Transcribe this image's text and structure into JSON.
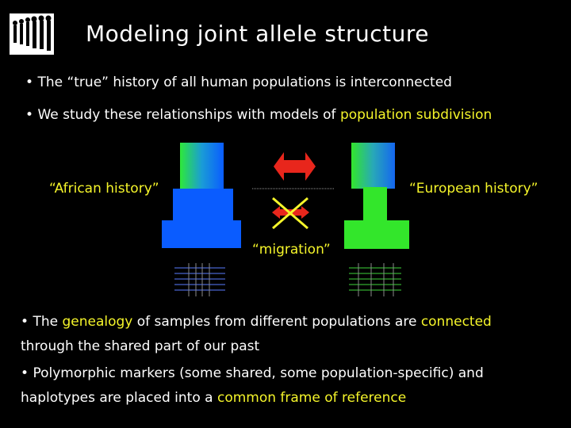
{
  "slide": {
    "title": "Modeling joint allele structure",
    "bullets": [
      {
        "bullet": "•",
        "prefix": "The “true” history of all human populations is interconnected"
      },
      {
        "bullet": "•",
        "prefix": "We study these relationships with models of ",
        "highlight": "population subdivision"
      }
    ],
    "diagram": {
      "label_african": "“African history”",
      "label_european": "“European history”",
      "label_migration": "“migration”"
    },
    "bottom_bullets": [
      {
        "bullet": "•",
        "p1": "The ",
        "h1": "genealogy",
        "p2": " of samples from different populations are ",
        "h2": "connected",
        "line2": "through the shared part of our past"
      },
      {
        "bullet": "•",
        "p1": "Polymorphic markers (some shared, some population-specific) and",
        "line2_prefix": "haplotypes are placed into a ",
        "h1": "common frame of reference"
      }
    ],
    "colors": {
      "highlight": "#f5f52a",
      "blue": "#0a5cff",
      "green": "#33e62b",
      "red": "#e8261c"
    },
    "icons": [
      "people-logo-icon",
      "double-arrow-icon",
      "crossed-arrow-icon",
      "marker-grid-icon"
    ]
  }
}
